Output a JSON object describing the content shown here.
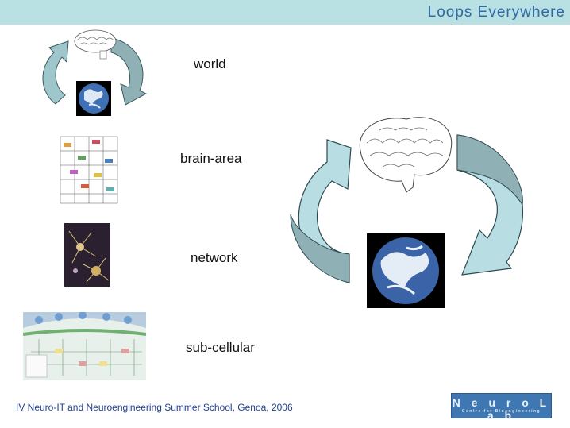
{
  "header": {
    "title": "Loops Everywhere",
    "bar_color": "#b9e0e3",
    "title_color": "#2f6aa6"
  },
  "levels": [
    {
      "label": "world",
      "icon": "brain-earth-loop-icon"
    },
    {
      "label": "brain-area",
      "icon": "brain-area-diagram-icon"
    },
    {
      "label": "network",
      "icon": "neuron-network-image"
    },
    {
      "label": "sub-cellular",
      "icon": "cell-pathway-diagram-icon"
    }
  ],
  "diagram": {
    "icons": [
      "brain-icon",
      "earth-icon",
      "loop-arrow-icon"
    ],
    "arrow_color": "#9bbfc4"
  },
  "footer": {
    "text": "IV Neuro-IT and Neuroengineering Summer School, Genoa, 2006"
  },
  "logo": {
    "name": "N e u r o L a b",
    "subtitle": "Centre for Bioengineering"
  }
}
